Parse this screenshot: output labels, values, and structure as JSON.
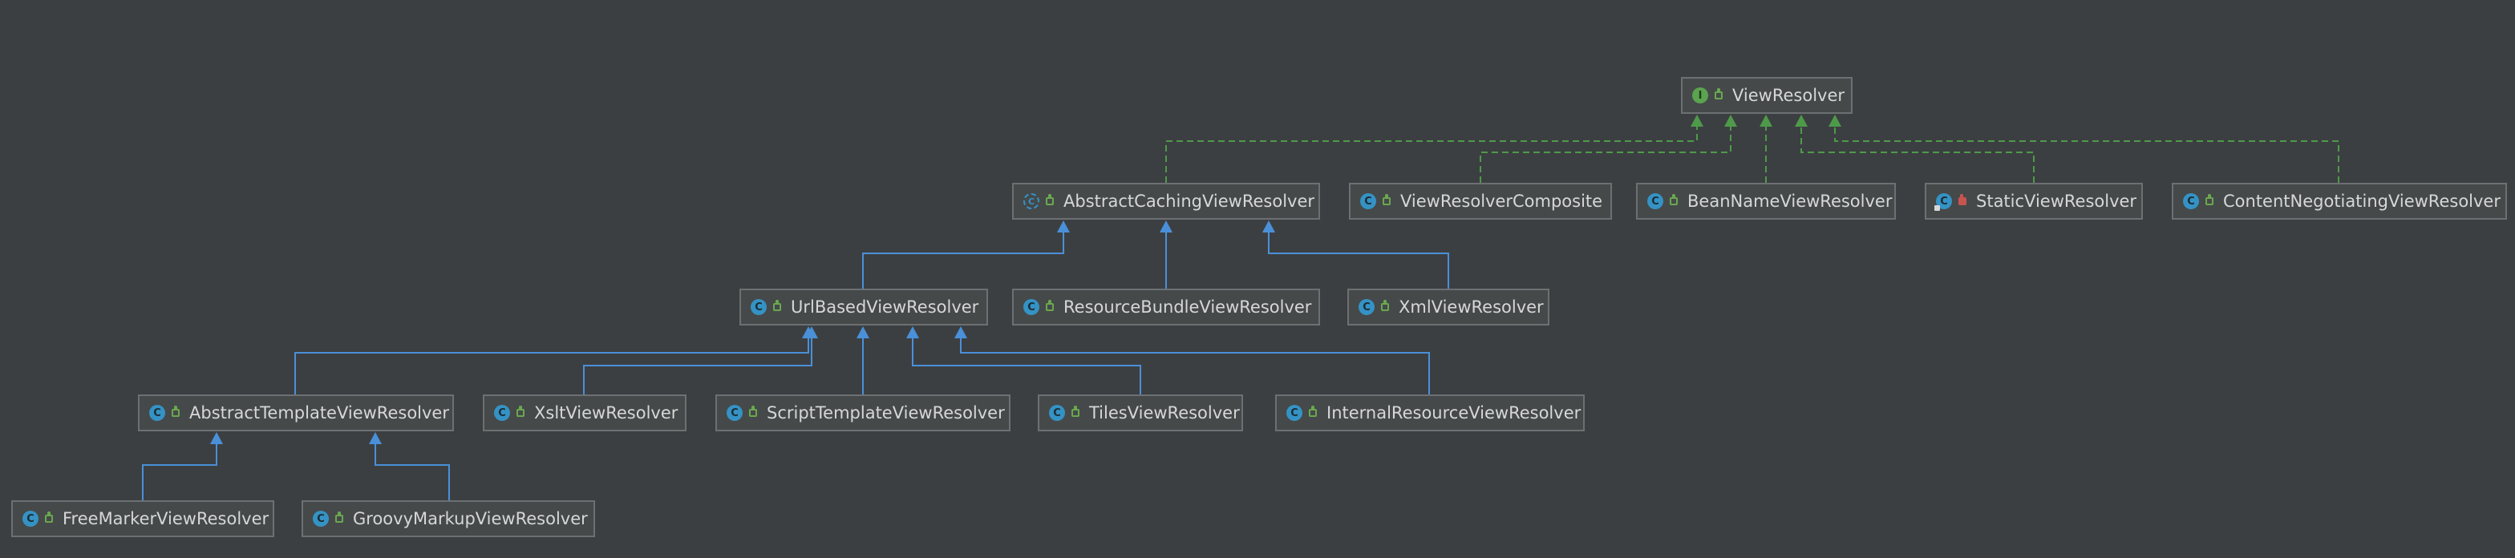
{
  "diagram": {
    "nodes": [
      {
        "id": "viewresolver",
        "label": "ViewResolver",
        "kind": "interface",
        "kind_letter": "I"
      },
      {
        "id": "abstractcaching",
        "label": "AbstractCachingViewResolver",
        "kind": "abstract",
        "kind_letter": "C"
      },
      {
        "id": "composite",
        "label": "ViewResolverComposite",
        "kind": "class",
        "kind_letter": "C"
      },
      {
        "id": "beanname",
        "label": "BeanNameViewResolver",
        "kind": "class",
        "kind_letter": "C"
      },
      {
        "id": "static",
        "label": "StaticViewResolver",
        "kind": "static",
        "kind_letter": "C"
      },
      {
        "id": "contentneg",
        "label": "ContentNegotiatingViewResolver",
        "kind": "class",
        "kind_letter": "C"
      },
      {
        "id": "urlbased",
        "label": "UrlBasedViewResolver",
        "kind": "class",
        "kind_letter": "C"
      },
      {
        "id": "resourcebundle",
        "label": "ResourceBundleViewResolver",
        "kind": "class",
        "kind_letter": "C"
      },
      {
        "id": "xml",
        "label": "XmlViewResolver",
        "kind": "class",
        "kind_letter": "C"
      },
      {
        "id": "abstracttemplate",
        "label": "AbstractTemplateViewResolver",
        "kind": "class",
        "kind_letter": "C"
      },
      {
        "id": "xslt",
        "label": "XsltViewResolver",
        "kind": "class",
        "kind_letter": "C"
      },
      {
        "id": "scripttemplate",
        "label": "ScriptTemplateViewResolver",
        "kind": "class",
        "kind_letter": "C"
      },
      {
        "id": "tiles",
        "label": "TilesViewResolver",
        "kind": "class",
        "kind_letter": "C"
      },
      {
        "id": "internalresource",
        "label": "InternalResourceViewResolver",
        "kind": "class",
        "kind_letter": "C"
      },
      {
        "id": "freemarker",
        "label": "FreeMarkerViewResolver",
        "kind": "class",
        "kind_letter": "C"
      },
      {
        "id": "groovymarkup",
        "label": "GroovyMarkupViewResolver",
        "kind": "class",
        "kind_letter": "C"
      }
    ],
    "edges": [
      {
        "from": "abstractcaching",
        "to": "viewresolver",
        "type": "implements"
      },
      {
        "from": "composite",
        "to": "viewresolver",
        "type": "implements"
      },
      {
        "from": "beanname",
        "to": "viewresolver",
        "type": "implements"
      },
      {
        "from": "static",
        "to": "viewresolver",
        "type": "implements"
      },
      {
        "from": "contentneg",
        "to": "viewresolver",
        "type": "implements"
      },
      {
        "from": "urlbased",
        "to": "abstractcaching",
        "type": "extends"
      },
      {
        "from": "resourcebundle",
        "to": "abstractcaching",
        "type": "extends"
      },
      {
        "from": "xml",
        "to": "abstractcaching",
        "type": "extends"
      },
      {
        "from": "abstracttemplate",
        "to": "urlbased",
        "type": "extends"
      },
      {
        "from": "xslt",
        "to": "urlbased",
        "type": "extends"
      },
      {
        "from": "scripttemplate",
        "to": "urlbased",
        "type": "extends"
      },
      {
        "from": "tiles",
        "to": "urlbased",
        "type": "extends"
      },
      {
        "from": "internalresource",
        "to": "urlbased",
        "type": "extends"
      },
      {
        "from": "freemarker",
        "to": "abstracttemplate",
        "type": "extends"
      },
      {
        "from": "groovymarkup",
        "to": "abstracttemplate",
        "type": "extends"
      }
    ],
    "colors": {
      "background": "#3c3f41",
      "extends_edge": "#4a90d9",
      "implements_edge": "#4e9a4a",
      "node_fill": "#45494a",
      "node_border": "#6d7073",
      "label_text": "#d7d7d7"
    }
  }
}
